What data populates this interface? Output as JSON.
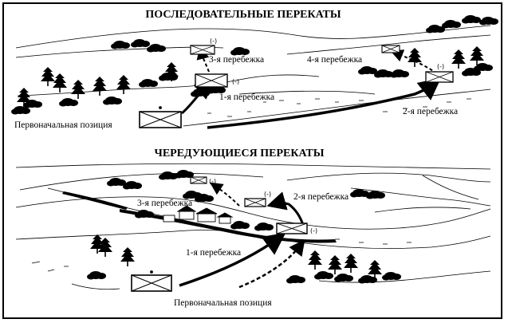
{
  "panels": {
    "top": {
      "title": "ПОСЛЕДОВАТЕЛЬНЫЕ ПЕРЕКАТЫ",
      "labels": {
        "rush1": "1-я перебежка",
        "rush2": "2-я перебежка",
        "rush3": "3-я перебежка",
        "rush4": "4-я перебежка",
        "start": "Первоначальная позиция"
      }
    },
    "bottom": {
      "title": "ЧЕРЕДУЮЩИЕСЯ ПЕРЕКАТЫ",
      "labels": {
        "rush1": "1-я перебежка",
        "rush2": "2-я перебежка",
        "rush3": "3-я перебежка",
        "start": "Первоначальная позиция"
      }
    }
  },
  "unit_marker": "(-)"
}
